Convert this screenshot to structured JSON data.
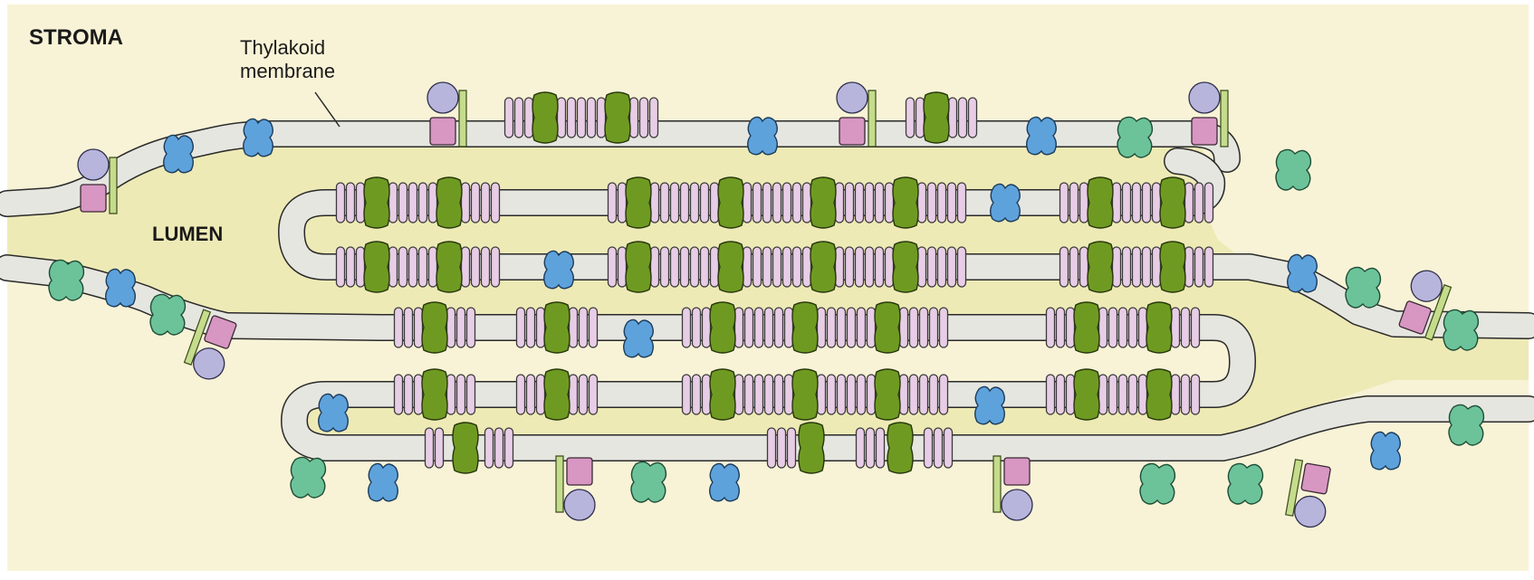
{
  "labels": {
    "stroma": "STROMA",
    "thylakoid_line1": "Thylakoid",
    "thylakoid_line2": "membrane",
    "lumen": "LUMEN"
  },
  "colors": {
    "stroma_bg": "#f8f3d6",
    "lumen": "#eeeab6",
    "membrane_fill": "#e6e6e0",
    "membrane_stroke": "#2a2a2a",
    "lhc_pink": "#e8cde6",
    "psii_green": "#6f9a22",
    "cytochrome_blue": "#5ea2dc",
    "psi_teal": "#6cc39a",
    "atp_synthase_lavender": "#b7b5dc",
    "atp_synthase_pink": "#d896c3",
    "stalk_lime": "#c5dc8c"
  },
  "protein_types": [
    "light-harvesting-complex",
    "photosystem-ii",
    "cytochrome-complex",
    "photosystem-i",
    "atp-synthase"
  ]
}
